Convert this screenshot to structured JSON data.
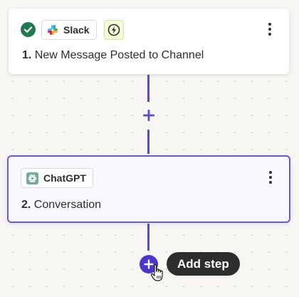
{
  "steps": [
    {
      "app_name": "Slack",
      "number": "1.",
      "title": "New Message Posted to Channel",
      "status": "complete",
      "icons": [
        "check-circle-icon",
        "slack-icon",
        "lightning-icon",
        "kebab-menu-icon"
      ]
    },
    {
      "app_name": "ChatGPT",
      "number": "2.",
      "title": "Conversation",
      "status": "selected",
      "icons": [
        "chatgpt-icon",
        "kebab-menu-icon"
      ]
    }
  ],
  "add_step_tooltip": "Add step",
  "colors": {
    "accent": "#5b4bc4",
    "add_button": "#4b38c8",
    "selected_border": "#6b5ad6",
    "complete_check": "#1f7a4d",
    "trigger_badge_bg": "#f1fbd6",
    "tooltip_bg": "#2d2e2e",
    "canvas_bg": "#f7f6f3"
  }
}
